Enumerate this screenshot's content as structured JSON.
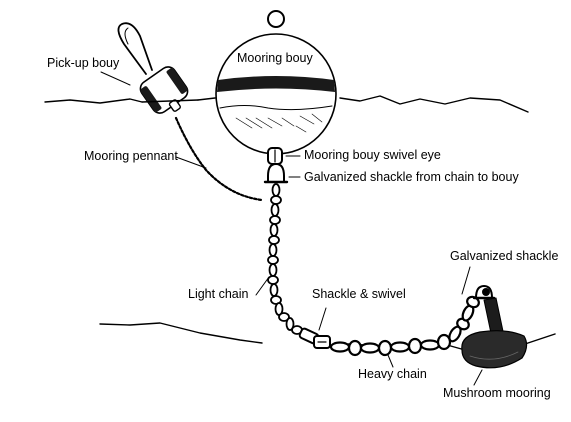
{
  "labels": {
    "mooring_buoy": "Mooring bouy",
    "pickup_buoy": "Pick-up bouy",
    "mooring_pennant": "Mooring pennant",
    "swivel_eye": "Mooring bouy swivel eye",
    "galv_shackle_chain": "Galvanized shackle from chain to bouy",
    "light_chain": "Light chain",
    "shackle_swivel": "Shackle & swivel",
    "galv_shackle": "Galvanized shackle",
    "heavy_chain": "Heavy chain",
    "mushroom_mooring": "Mushroom mooring"
  }
}
